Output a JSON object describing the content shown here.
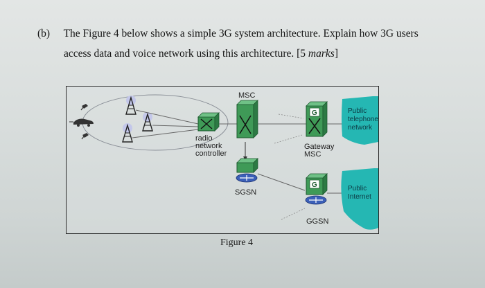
{
  "question": {
    "label": "(b)",
    "line1": "The Figure 4 below shows a simple 3G system architecture. Explain how 3G users",
    "line2_start": "access data and voice network using this architecture. [5 ",
    "line2_italic": "marks",
    "line2_end": "]"
  },
  "diagram": {
    "msc": "MSC",
    "rnc": [
      "radio",
      "network",
      "controller"
    ],
    "gateway": [
      "Gateway",
      "MSC"
    ],
    "sgsn": "SGSN",
    "ggsn": "GGSN",
    "g_badge": "G",
    "pstn": [
      "Public",
      "telephone",
      "network"
    ],
    "internet": [
      "Public",
      "Internet"
    ]
  },
  "figure_caption": "Figure 4",
  "colors": {
    "switch_green": "#3f9a57",
    "cloud_teal": "#25b7b3",
    "router_blue": "#3b5fb8"
  }
}
